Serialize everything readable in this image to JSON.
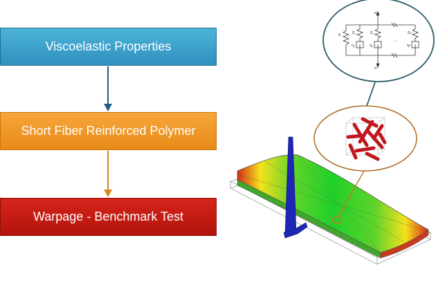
{
  "flow": {
    "steps": [
      {
        "label": "Viscoelastic Properties",
        "color": "#3aa3cf"
      },
      {
        "label": "Short Fiber Reinforced Polymer",
        "color": "#f09a24"
      },
      {
        "label": "Warpage - Benchmark Test",
        "color": "#c41c12"
      }
    ],
    "arrow_colors": [
      "#1f5f86",
      "#d9861a"
    ]
  },
  "model_diagram": {
    "top_label": "σ",
    "bottom_label": "σ",
    "ellipsis": "...",
    "spring_labels": [
      "E",
      "E₁",
      "E₂",
      "Eₙ"
    ],
    "dashpot_labels": [
      "η₁",
      "η₂",
      "ηₙ"
    ],
    "outline_color": "#2a5a6a"
  },
  "microstructure": {
    "fiber_color": "#c0161e",
    "outline_color": "#b0702c"
  },
  "plate": {
    "gradient_colors": [
      "#d62a1a",
      "#f4e21c",
      "#5fd32a",
      "#1fd02a",
      "#5fd32a",
      "#f4e21c",
      "#d62a1a"
    ],
    "gate_color": "#1e26b5"
  }
}
